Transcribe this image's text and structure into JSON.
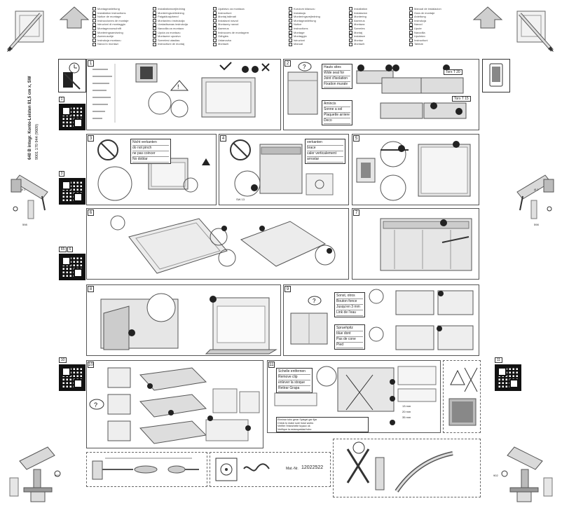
{
  "header": {
    "title_vertical": "640 B integr. Konto-Leisten 81,5 cm x, SW",
    "part_number": "9001 170 944 (9609)"
  },
  "panels": [
    {
      "num": "1"
    },
    {
      "num": "2"
    },
    {
      "num": "3"
    },
    {
      "num": "4"
    },
    {
      "num": "5"
    },
    {
      "num": "6"
    },
    {
      "num": "7"
    },
    {
      "num": "8"
    },
    {
      "num": "9"
    },
    {
      "num": "10"
    },
    {
      "num": "11"
    }
  ],
  "side_labels": {
    "qr1": "1",
    "qr3": "3",
    "qr6": "6",
    "qr65": "65",
    "qr10": "10",
    "qr11": "11"
  },
  "panel2": {
    "label_a": [
      "Hauts sites",
      "Wide seal for",
      "Joint d'isolation",
      "Fixation murale"
    ],
    "label_b": [
      "Amincis",
      "Sonne a sol",
      "Plaquette arriere",
      "Deco"
    ],
    "torx_a": "Torx T 20",
    "torx_b": "Torx T 15"
  },
  "panel3": {
    "labels": [
      "Nicht verkanten",
      "do not pinch",
      "ne pas coincer",
      "No doblar"
    ]
  },
  "panel4": {
    "labels": [
      "verkanten",
      "brace",
      "caler verticalement",
      "arrostar"
    ],
    "sw": "SW 13"
  },
  "panel9": {
    "label_a": [
      "Sonst, otros",
      "Bouton fonce",
      "Jusqu'en 3 mm",
      "Link de l'eau"
    ],
    "label_b": [
      "Spruehpitz",
      "blue dont",
      "Pas de cone",
      "Pied"
    ]
  },
  "panel11": {
    "label": [
      "Schelle entfernen",
      "Remove clip",
      "enlever la stoque",
      "Retirar Grapa"
    ],
    "warning_lines": [
      "Eliminar tubo gerar Spiegel gar fijar",
      "Check to make sure hose works",
      "Verifier l'etancheite tuyaux ok",
      "Verifique la estanqueidad tubo"
    ],
    "dims": [
      "13 mm",
      "20 mm",
      "35 mm"
    ]
  },
  "bottom_mid": {
    "code": "12022522",
    "label": "Mat.-Nr."
  },
  "drill": {
    "left_value": "Ø 2",
    "left_dim": "598",
    "right_value": "Ø 2",
    "right_dim": "598",
    "bottom_left_dim": "902",
    "bottom_right_dim": "902"
  },
  "top_text": {
    "col1": [
      "Montageanleitung",
      "Installation instructions",
      "Notice de montage",
      "Instrucciones de montaje",
      "Istruzioni di montaggio",
      "Montagevoorschrift",
      "Monteringsanvisning",
      "Asennusohje",
      "Instrukcja montazu",
      "Navod k montazi"
    ],
    "col2": [
      "Installationsvejledning",
      "Monteringsveiledning",
      "Paigaldusjuhend",
      "Montavimo instrukcija",
      "Uzstadisanas instrukcija",
      "Navodila za montazo",
      "Uputa za montazu",
      "Montazne upustvo",
      "Szerelesi utasitas",
      "Instructiuni de montaj"
    ],
    "col3": [
      "Upatstvo za montaza",
      "Instructiuni",
      "Montaj talimati",
      "Instalacni navod",
      "Montazny navod",
      "Asennus",
      "Instrucoes de montagem",
      "Odhgies",
      "Ustanovka",
      "Montazh"
    ],
    "col4": [
      "Kurulum kilavuzu",
      "Instalacja",
      "Monteringsvejledning",
      "Montageanleitung",
      "Notice",
      "Instructions",
      "Montage",
      "Montaggio",
      "Istruzioni",
      "Manual"
    ],
    "col5": [
      "Installation",
      "Instalacion",
      "Montering",
      "Asennus",
      "Montaza",
      "Szereles",
      "Montaj",
      "Instalace",
      "Montaz",
      "Montazh"
    ],
    "col6": [
      "Manual de instalacion",
      "Guia de montaje",
      "Anleitung",
      "Instrukcja",
      "Navod",
      "Upute",
      "Navodila",
      "Uputstvo",
      "Instructiuni",
      "Talimat"
    ]
  }
}
